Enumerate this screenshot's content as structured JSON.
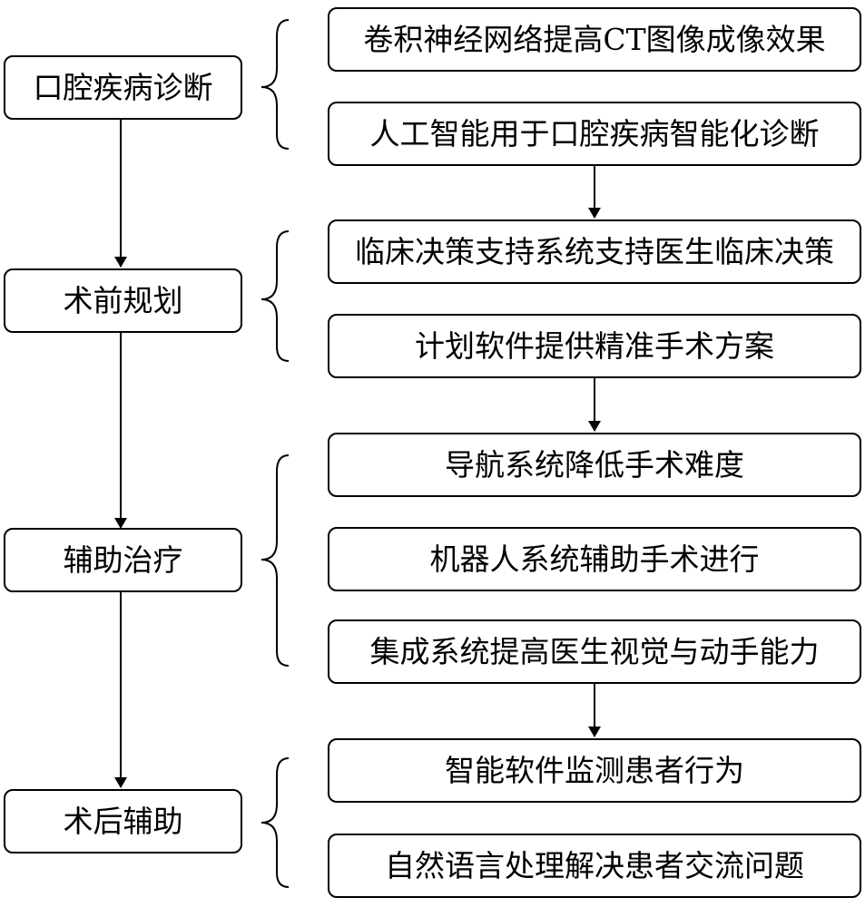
{
  "stages": [
    {
      "label": "口腔疾病诊断",
      "details": [
        "卷积神经网络提高CT图像成像效果",
        "人工智能用于口腔疾病智能化诊断"
      ]
    },
    {
      "label": "术前规划",
      "details": [
        "临床决策支持系统支持医生临床决策",
        "计划软件提供精准手术方案"
      ]
    },
    {
      "label": "辅助治疗",
      "details": [
        "导航系统降低手术难度",
        "机器人系统辅助手术进行",
        "集成系统提高医生视觉与动手能力"
      ]
    },
    {
      "label": "术后辅助",
      "details": [
        "智能软件监测患者行为",
        "自然语言处理解决患者交流问题"
      ]
    }
  ]
}
